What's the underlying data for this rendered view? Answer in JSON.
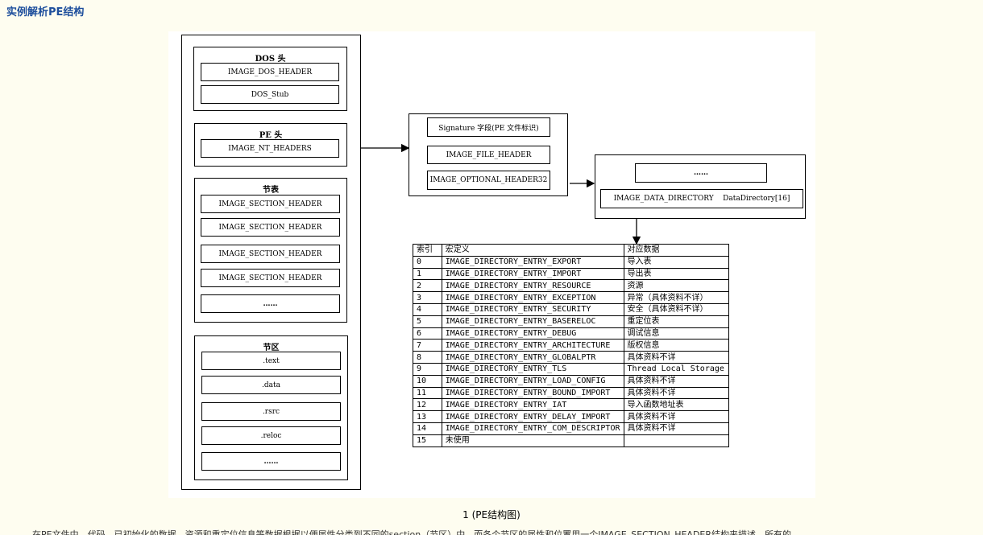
{
  "page_title": "实例解析PE结构",
  "diagram": {
    "dos": {
      "label": "DOS 头",
      "items": [
        "IMAGE_DOS_HEADER",
        "DOS_Stub"
      ]
    },
    "pe": {
      "label": "PE 头",
      "items": [
        "IMAGE_NT_HEADERS"
      ]
    },
    "section_table": {
      "label": "节表",
      "items": [
        "IMAGE_SECTION_HEADER",
        "IMAGE_SECTION_HEADER",
        "IMAGE_SECTION_HEADER",
        "IMAGE_SECTION_HEADER",
        "……"
      ]
    },
    "sections": {
      "label": "节区",
      "items": [
        ".text",
        ".data",
        ".rsrc",
        ".reloc",
        "……"
      ]
    },
    "nt_headers": {
      "items": [
        "Signature 字段(PE 文件标识)",
        "IMAGE_FILE_HEADER",
        "IMAGE_OPTIONAL_HEADER32"
      ]
    },
    "optional_header": {
      "items": [
        "……",
        "IMAGE_DATA_DIRECTORY    DataDirectory[16]"
      ]
    },
    "table": {
      "headers": [
        "索引",
        "宏定义",
        "对应数据"
      ],
      "rows": [
        [
          "0",
          "IMAGE_DIRECTORY_ENTRY_EXPORT",
          "导入表"
        ],
        [
          "1",
          "IMAGE_DIRECTORY_ENTRY_IMPORT",
          "导出表"
        ],
        [
          "2",
          "IMAGE_DIRECTORY_ENTRY_RESOURCE",
          "资源"
        ],
        [
          "3",
          "IMAGE_DIRECTORY_ENTRY_EXCEPTION",
          "异常（具体资料不详）"
        ],
        [
          "4",
          "IMAGE_DIRECTORY_ENTRY_SECURITY",
          "安全（具体资料不详）"
        ],
        [
          "5",
          "IMAGE_DIRECTORY_ENTRY_BASERELOC",
          "重定位表"
        ],
        [
          "6",
          "IMAGE_DIRECTORY_ENTRY_DEBUG",
          "调试信息"
        ],
        [
          "7",
          "IMAGE_DIRECTORY_ENTRY_ARCHITECTURE",
          "版权信息"
        ],
        [
          "8",
          "IMAGE_DIRECTORY_ENTRY_GLOBALPTR",
          "具体资料不详"
        ],
        [
          "9",
          "IMAGE_DIRECTORY_ENTRY_TLS",
          "Thread Local Storage"
        ],
        [
          "10",
          "IMAGE_DIRECTORY_ENTRY_LOAD_CONFIG",
          "具体资料不详"
        ],
        [
          "11",
          "IMAGE_DIRECTORY_ENTRY_BOUND_IMPORT",
          "具体资料不详"
        ],
        [
          "12",
          "IMAGE_DIRECTORY_ENTRY_IAT",
          "导入函数地址表"
        ],
        [
          "13",
          "IMAGE_DIRECTORY_ENTRY_DELAY_IMPORT",
          "具体资料不详"
        ],
        [
          "14",
          "IMAGE_DIRECTORY_ENTRY_COM_DESCRIPTOR",
          "具体资料不详"
        ],
        [
          "15",
          "未使用",
          ""
        ]
      ]
    }
  },
  "caption": "1 (PE结构图)",
  "body_text_cut": "在PE文件中，代码、已初始化的数据、资源和重定位信息等数据根据以便属性分类到不同的section（节区）中，而各个节区的属性和位置用一个IMAGE_SECTION_HEADER结构来描述，所有的"
}
